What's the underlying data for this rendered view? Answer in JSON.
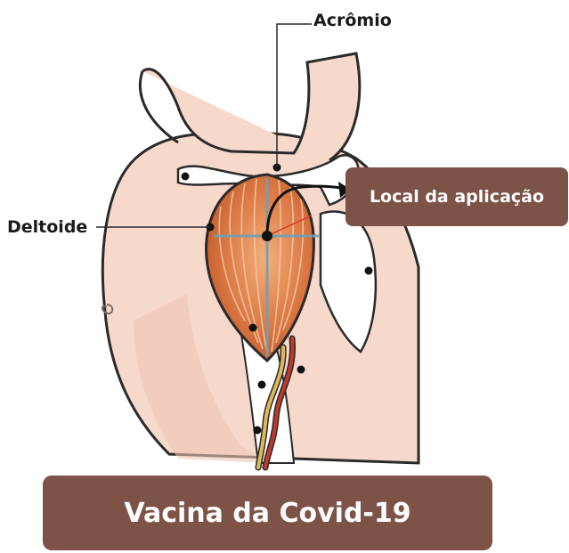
{
  "labels": {
    "acromio": "Acrômio",
    "deltoide": "Deltoide",
    "local_aplicacao": "Local da aplicação"
  },
  "title": "Vacina da Covid-19",
  "colors": {
    "skin": "#f7d9cc",
    "skin_shadow": "#efc4b2",
    "muscle": "#d8703f",
    "muscle_light": "#f0a46a",
    "label_box": "#7d5247",
    "crosshair": "#6f9fb8",
    "artery": "#c0392b",
    "nerve": "#e0b85a"
  }
}
